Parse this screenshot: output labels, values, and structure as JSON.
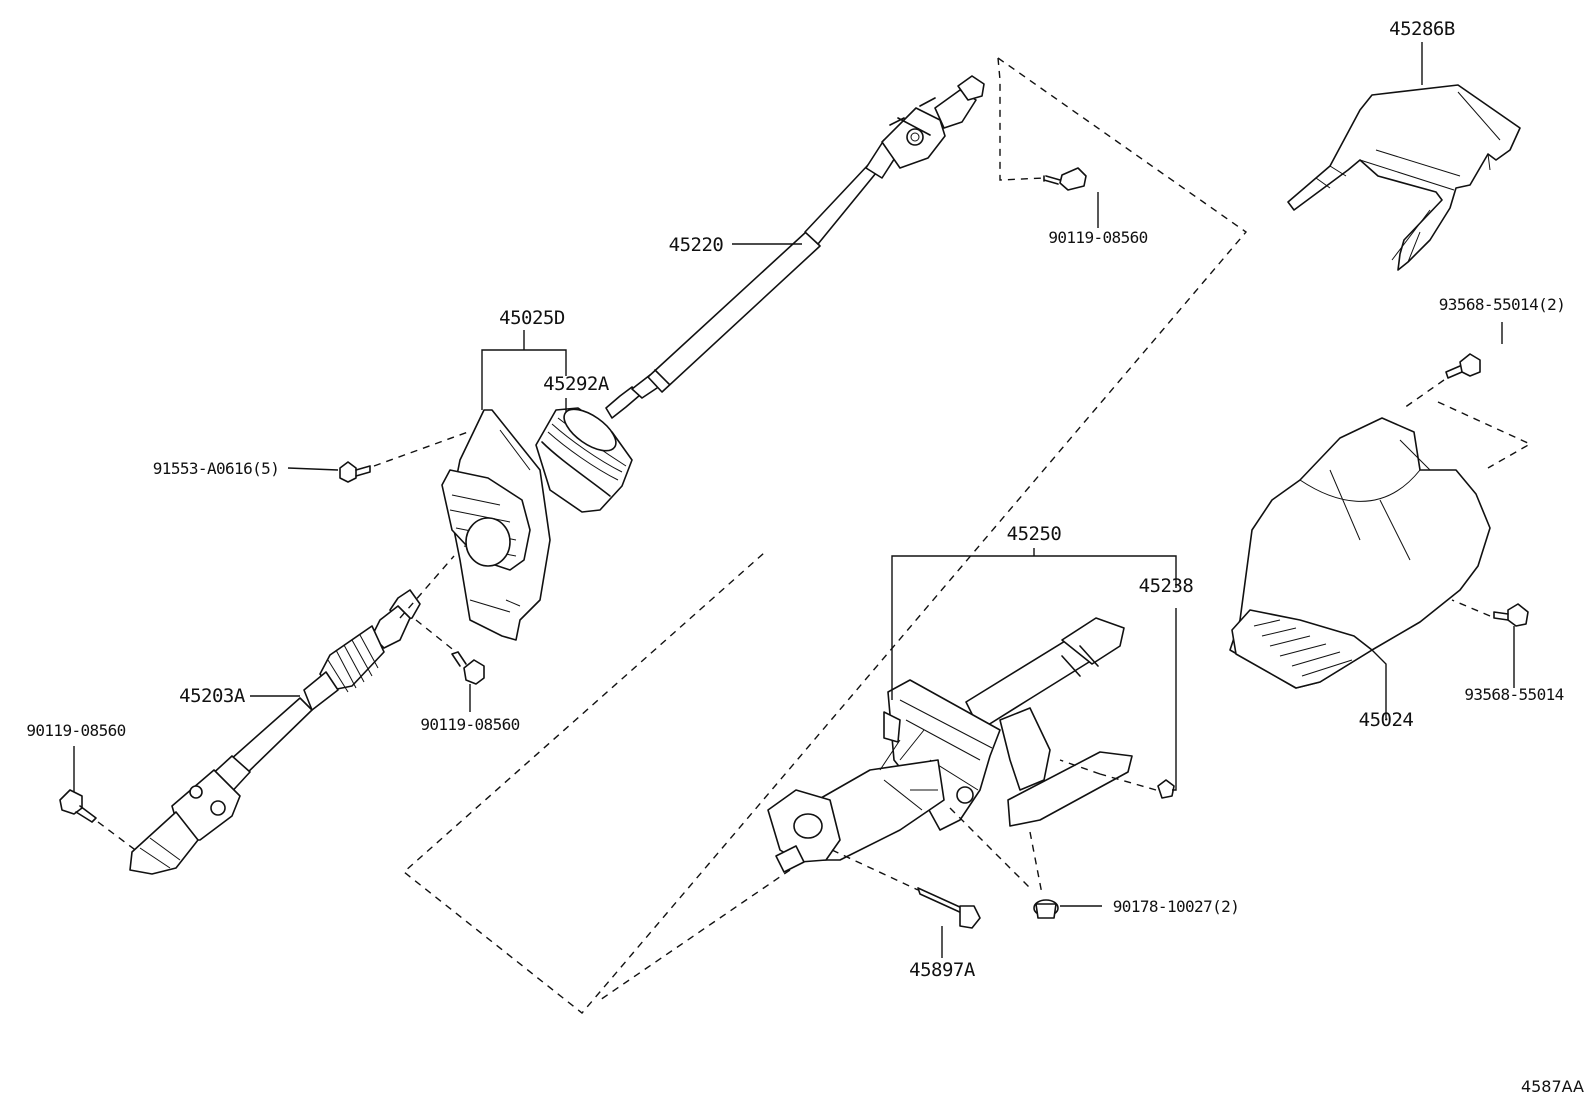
{
  "labels": {
    "p45286B": "45286B",
    "p45220": "45220",
    "p90119_top": "90119-08560",
    "p93568_55014_2": "93568-55014(2)",
    "p45025D": "45025D",
    "p45292A": "45292A",
    "p91553": "91553-A0616(5)",
    "p45250": "45250",
    "p45238": "45238",
    "p93568_55014": "93568-55014",
    "p45024": "45024",
    "p45203A": "45203A",
    "p90119_mid": "90119-08560",
    "p90119_left": "90119-08560",
    "p90178": "90178-10027(2)",
    "p45897A": "45897A"
  },
  "diagram_code": "4587AA"
}
